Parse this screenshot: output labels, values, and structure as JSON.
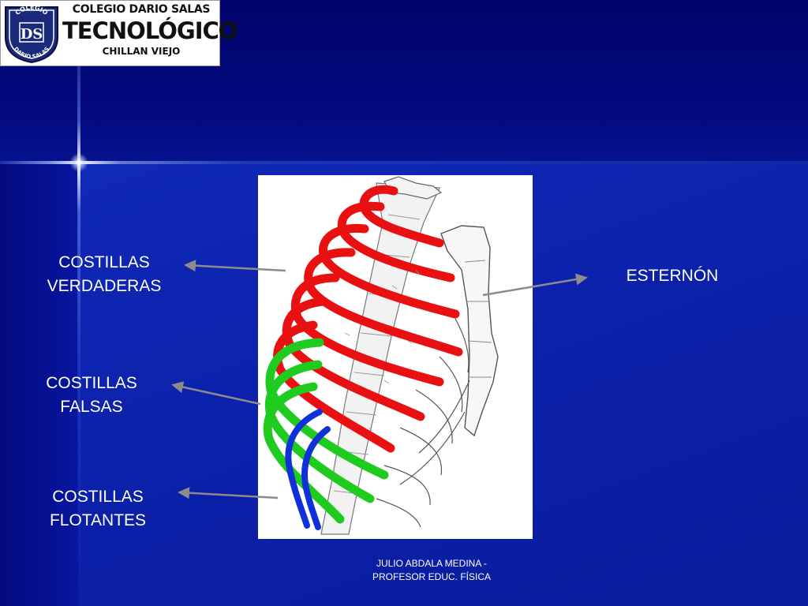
{
  "logo": {
    "line1": "COLEGIO DARIO SALAS",
    "line2": "TECNOLÓGICO",
    "line3": "CHILLAN VIEJO",
    "seal_top": "COLEGIO",
    "seal_bottom": "DARIO SALAS",
    "seal_mark": "DS"
  },
  "labels": {
    "verdaderas": [
      "COSTILLAS",
      "VERDADERAS"
    ],
    "falsas": [
      "COSTILLAS",
      "FALSAS"
    ],
    "flotantes": [
      "COSTILLAS",
      "FLOTANTES"
    ],
    "esternon": "ESTERNÓN"
  },
  "footer": {
    "line1": "JULIO ABDALA MEDINA -",
    "line2": "PROFESOR EDUC. FÍSICA"
  },
  "colors": {
    "true_ribs": "#e81010",
    "false_ribs": "#1ecb1e",
    "floating_ribs": "#1030d8",
    "arrow": "#8c8c8c",
    "label_text": "#ffffff"
  }
}
